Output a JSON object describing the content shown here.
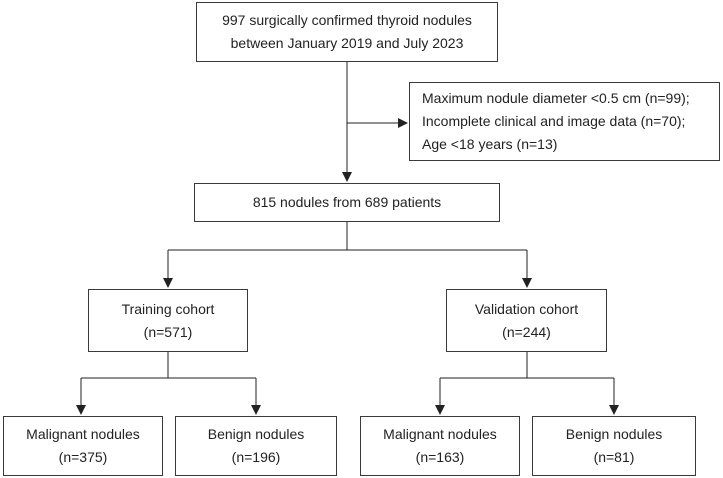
{
  "diagram": {
    "top": {
      "lines": [
        "997 surgically confirmed thyroid nodules",
        "between January 2019 and July 2023"
      ]
    },
    "exclusion": {
      "lines": [
        "Maximum nodule diameter <0.5 cm (n=99);",
        "Incomplete clinical and image data (n=70);",
        "Age <18 years (n=13)"
      ]
    },
    "total": {
      "lines": [
        "815 nodules from 689 patients"
      ]
    },
    "training": {
      "lines": [
        "Training cohort",
        "(n=571)"
      ]
    },
    "validation": {
      "lines": [
        "Validation cohort",
        "(n=244)"
      ]
    },
    "training_malignant": {
      "lines": [
        "Malignant nodules",
        "(n=375)"
      ]
    },
    "training_benign": {
      "lines": [
        "Benign nodules",
        "(n=196)"
      ]
    },
    "validation_malignant": {
      "lines": [
        "Malignant nodules",
        "(n=163)"
      ]
    },
    "validation_benign": {
      "lines": [
        "Benign nodules",
        "(n=81)"
      ]
    }
  }
}
